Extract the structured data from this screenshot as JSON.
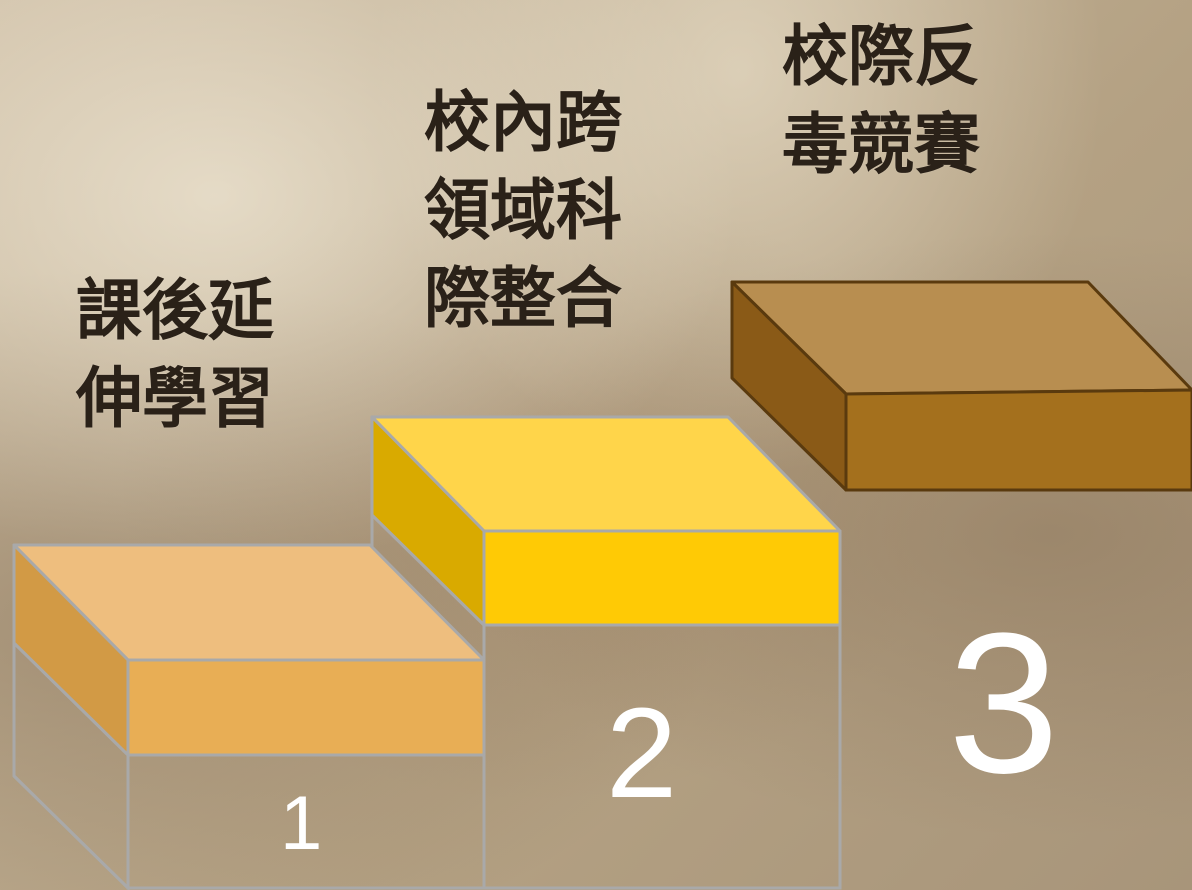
{
  "steps": [
    {
      "label": "課後延\n伸學習",
      "number": "1"
    },
    {
      "label": "校內跨\n領域科\n際整合",
      "number": "2"
    },
    {
      "label": "校際反\n毒競賽",
      "number": "3"
    }
  ],
  "colors": {
    "step1_top": "#EEBE7E",
    "step1_front": "#E8AE55",
    "step1_side": "#D29A45",
    "step2_top": "#FFD54A",
    "step2_front": "#FFCA05",
    "step2_side": "#D9AA00",
    "step3_top": "#B88E50",
    "step3_front": "#A4701D",
    "step3_side": "#8A5A17",
    "step3_outline": "#5A3A0E",
    "wireframe": "#A9A9A9",
    "label_text": "#2A2118",
    "number_text": "#FFFFFF"
  }
}
